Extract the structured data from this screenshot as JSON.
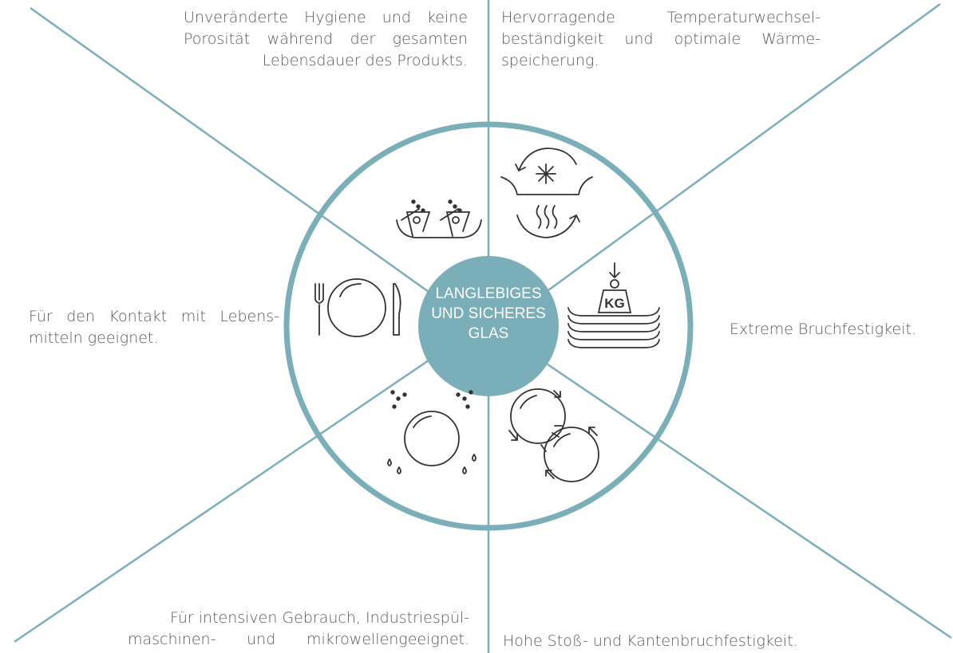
{
  "center": {
    "lines": [
      "LANGLEBIGES",
      "UND SICHERES",
      "GLAS"
    ]
  },
  "features": {
    "hygiene": {
      "lines": [
        "Unveränderte Hygiene und keine",
        "Porosität während der gesamten",
        "Lebensdauer des Produkts."
      ],
      "icon": "bubbles-dish-icon"
    },
    "temperature": {
      "lines": [
        "Hervorragende Temperaturwechsel-",
        "beständigkeit und optimale Wärme-",
        "speicherung."
      ],
      "icon": "hot-cold-cycle-icon"
    },
    "food_contact": {
      "lines": [
        "Für den Kontakt mit Lebens-",
        "mitteln geeignet."
      ],
      "icon": "plate-cutlery-icon"
    },
    "breakage": {
      "lines": [
        "Extreme Bruchfestigkeit."
      ],
      "icon": "weight-on-stacked-plates-icon",
      "weight_label": "KG"
    },
    "dishwasher": {
      "lines": [
        "Für intensiven Gebrauch, Industriespül-",
        "maschinen- und mikrowellengeeignet."
      ],
      "icon": "plate-water-drops-icon"
    },
    "impact": {
      "lines": [
        "Hohe Stoß- und Kantenbruchfestigkeit."
      ],
      "icon": "colliding-plates-icon"
    }
  },
  "colors": {
    "accent": "#7aaeb9",
    "lines": "#7aaeb9",
    "text": "#5a5a5a",
    "icon": "#333333",
    "background": "#ffffff"
  }
}
